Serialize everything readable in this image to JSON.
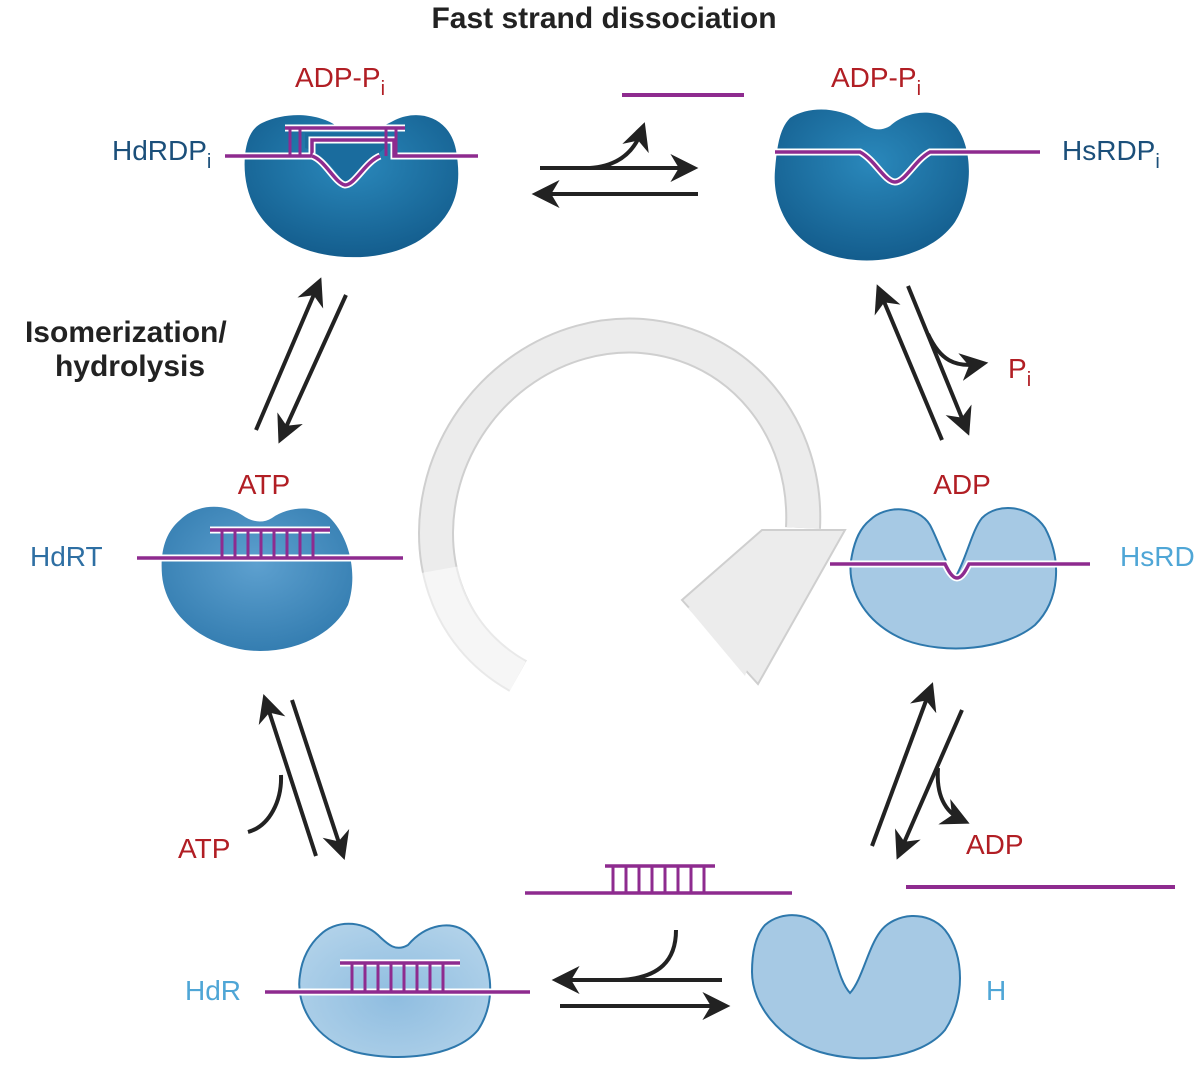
{
  "title": "Fast strand dissociation",
  "side_label_line1": "Isomerization/",
  "side_label_line2": "hydrolysis",
  "states": {
    "top_left": {
      "name": "HdRDP",
      "name_sub": "i",
      "ligand": "ADP-P",
      "ligand_sub": "i"
    },
    "top_right": {
      "name": "HsRDP",
      "name_sub": "i",
      "ligand": "ADP-P",
      "ligand_sub": "i"
    },
    "mid_left": {
      "name": "HdRT",
      "ligand": "ATP"
    },
    "mid_right": {
      "name": "HsRD",
      "ligand": "ADP"
    },
    "bottom_left": {
      "name": "HdR"
    },
    "bottom_right": {
      "name": "H"
    }
  },
  "released": {
    "pi": "P",
    "pi_sub": "i",
    "adp": "ADP",
    "atp": "ATP"
  },
  "colors": {
    "protein_dark": "#1b6e9e",
    "protein_light": "#a3c8e2",
    "dna": "#8e2b8f",
    "red_text": "#b11e24",
    "cycle_arrow": "#e2e2e2"
  }
}
